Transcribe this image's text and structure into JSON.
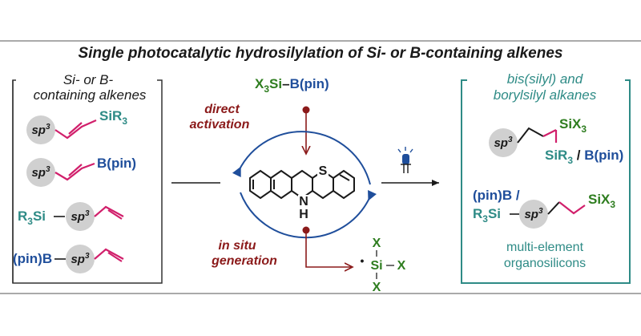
{
  "title": "Single photocatalytic hydrosilylation of Si- or B-containing alkenes",
  "left_box": {
    "header_line1": "Si- or B-",
    "header_line2": "containing alkenes",
    "sp3": "sp",
    "sp3_sup": "3",
    "substituent1": "SiR",
    "substituent1_sub": "3",
    "substituent2": "B(pin)",
    "substituent3": "R",
    "substituent3_sub": "3",
    "substituent3_tail": "Si",
    "substituent4": "(pin)B"
  },
  "center": {
    "reagent_x": "X",
    "reagent_sub": "3",
    "reagent_si": "Si",
    "reagent_bpin": "B(pin)",
    "direct_line1": "direct",
    "direct_line2": "activation",
    "catalyst_s": "S",
    "catalyst_n": "N",
    "catalyst_h": "H",
    "insitu_line1": "in situ",
    "insitu_line2": "generation",
    "radical_x": "X",
    "radical_si": "Si",
    "radical_dot": "•"
  },
  "right_box": {
    "header_line1": "bis(silyl) and",
    "header_line2": "borylsilyl alkanes",
    "product1_top": "SiX",
    "product1_top_sub": "3",
    "product1_bottom_a": "SiR",
    "product1_bottom_sub": "3",
    "product1_bottom_sep": " / ",
    "product1_bottom_b": "B(pin)",
    "product2_label_a": "(pin)B /",
    "product2_label_b": "R",
    "product2_label_b_sub": "3",
    "product2_label_b_tail": "Si",
    "product2_right": "SiX",
    "product2_right_sub": "3",
    "note_line1": "multi-element",
    "note_line2": "organosilicons"
  },
  "colors": {
    "teal": "#2e8b86",
    "blue": "#1f4e9b",
    "green": "#2e7d1f",
    "maroon": "#8b1a1a",
    "magenta": "#d11f6b",
    "ring": "#1f4e9b",
    "gray": "#d0d0d0"
  }
}
